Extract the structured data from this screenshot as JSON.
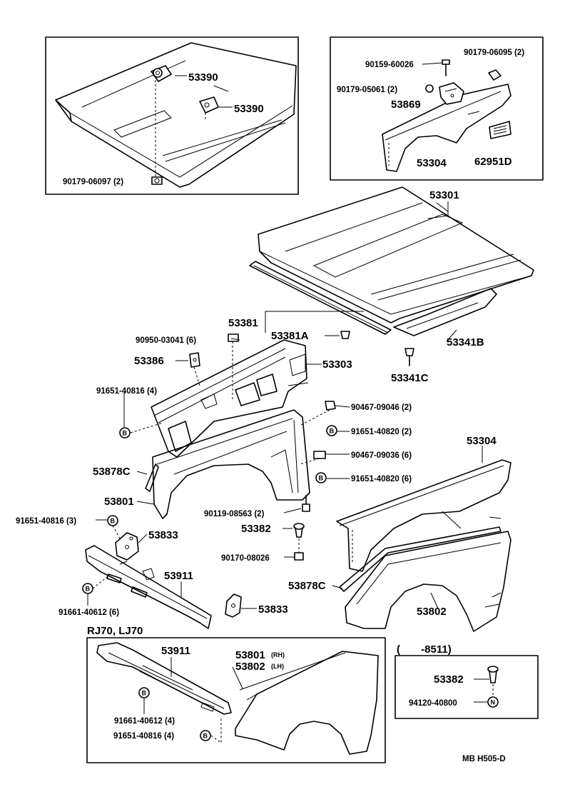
{
  "labels": {
    "p53390a": "53390",
    "p53390b": "53390",
    "p90179_06097": "90179-06097 (2)",
    "p90159_60026": "90159-60026",
    "p90179_06095": "90179-06095 (2)",
    "p90179_05061": "90179-05061 (2)",
    "p53869": "53869",
    "p53304_inset": "53304",
    "p62951d": "62951D",
    "p53301": "53301",
    "p53381": "53381",
    "p53381a": "53381A",
    "p90950_03041": "90950-03041 (6)",
    "p53386": "53386",
    "p53303": "53303",
    "p53341b": "53341B",
    "p53341c": "53341C",
    "p91651_40816_4": "91651-40816 (4)",
    "p90467_09046": "90467-09046 (2)",
    "p91651_40820_2": "91651-40820 (2)",
    "p90467_09036": "90467-09036 (6)",
    "p91651_40820_6": "91651-40820 (6)",
    "p53878c_left": "53878C",
    "p53801": "53801",
    "p53304": "53304",
    "p90119_08563": "90119-08563 (2)",
    "p53382": "53382",
    "p90170_08026": "90170-08026",
    "p91651_40816_3": "91651-40816 (3)",
    "p53833a": "53833",
    "p53911": "53911",
    "p91661_40612_6": "91661-40612 (6)",
    "p53833b": "53833",
    "p53878c_right": "53878C",
    "p53802": "53802",
    "p_rj70": "RJ70, LJ70",
    "p53911_inset": "53911",
    "p53801_rh": "53801",
    "p_rh": "(RH)",
    "p53802_lh": "53802",
    "p_lh": "(LH)",
    "p91661_40612_4": "91661-40612 (4)",
    "p91651_40816_4b": "91651-40816 (4)",
    "p_range": "(       -8511)",
    "p53382_inset": "53382",
    "p94120_40800": "94120-40800",
    "p_code": "MB  H505-D"
  },
  "symbols": {
    "bolt_marker": "B",
    "nut_marker": "N"
  }
}
